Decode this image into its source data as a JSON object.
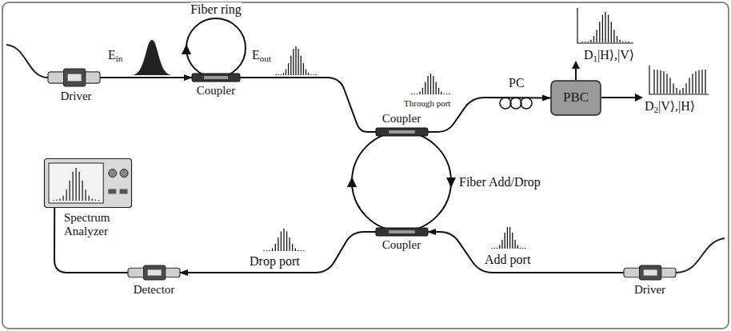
{
  "diagram": {
    "nodes": [
      {
        "text": [
          "Driver"
        ]
      },
      {
        "text": [
          "Coupler"
        ]
      },
      {
        "text": [
          "Coupler"
        ]
      },
      {
        "text": [
          "PBC"
        ]
      },
      {
        "text": [
          "Spectrum Analyzer"
        ]
      },
      {
        "text": [
          "Coupler"
        ]
      },
      {
        "text": [
          "Detector"
        ]
      },
      {
        "text": [
          "Driver"
        ]
      }
    ],
    "edges": [
      {
        "from": 0,
        "to": 1,
        "arrow": "to"
      },
      {
        "from": 1,
        "to": 2,
        "arrow": "none"
      },
      {
        "from": 2,
        "to": 3,
        "arrow": "to"
      },
      {
        "from": 7,
        "to": 5,
        "arrow": "to"
      },
      {
        "from": 5,
        "to": 6,
        "arrow": "to"
      },
      {
        "from": 6,
        "to": 4,
        "arrow": "none"
      }
    ],
    "labels": [
      "Fiber ring",
      "E",
      "in",
      "E",
      "out",
      "Through port",
      "PC",
      "D",
      "1",
      "|H⟩,|V⟩",
      "D",
      "2",
      "|V⟩,|H⟩",
      "Fiber Add/Drop",
      "Drop port",
      "Add port"
    ]
  }
}
